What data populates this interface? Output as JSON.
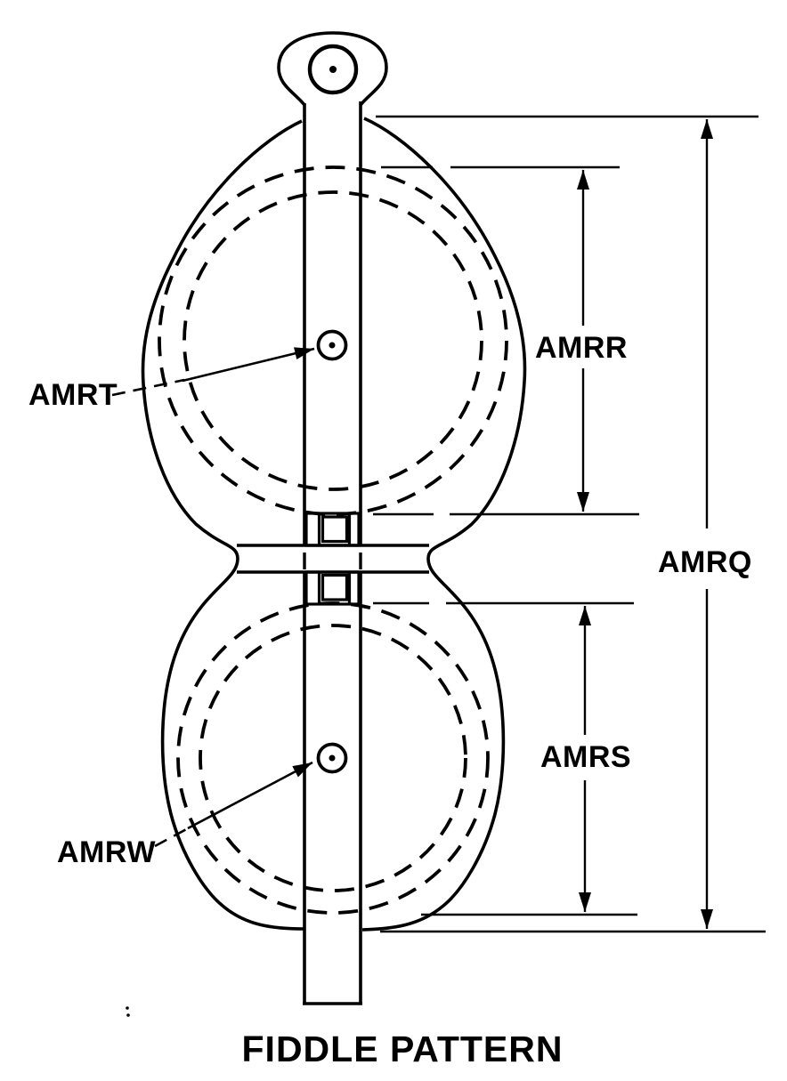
{
  "diagram": {
    "title": "FIDDLE PATTERN",
    "callout_labels": {
      "amrt": "AMRT",
      "amrw": "AMRW"
    },
    "dimension_labels": {
      "amrr": "AMRR",
      "amrq": "AMRQ",
      "amrs": "AMRS"
    },
    "colors": {
      "line": "#000000",
      "background": "#ffffff"
    }
  }
}
